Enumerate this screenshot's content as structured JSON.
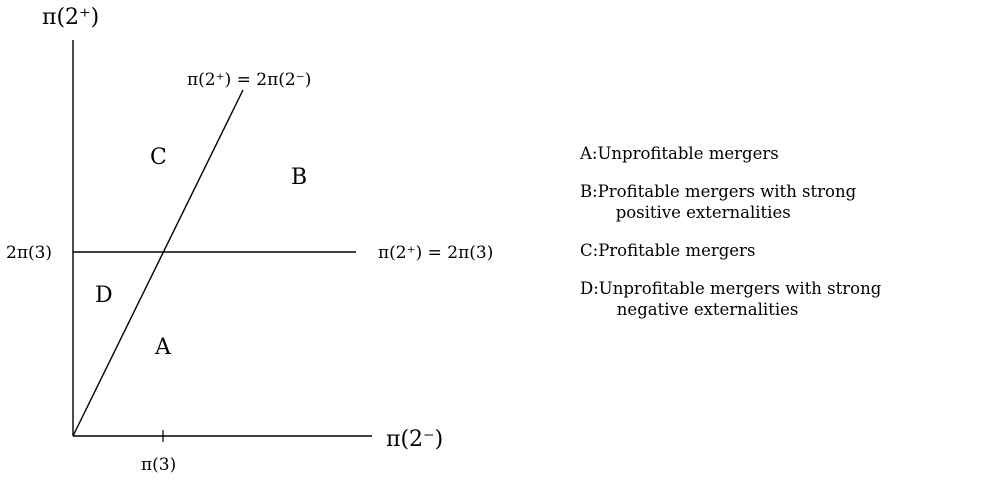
{
  "axes": {
    "y_title": "π(2⁺)",
    "x_title": "π(2⁻)",
    "x_tick_label": "π(3)",
    "y_tick_label": "2π(3)"
  },
  "boundaries": {
    "diagonal_label": "π(2⁺) = 2π(2⁻)",
    "horizontal_label": "π(2⁺) = 2π(3)"
  },
  "regions": {
    "a": "A",
    "b": "B",
    "c": "C",
    "d": "D"
  },
  "legend": [
    {
      "key": "A:",
      "lines": [
        "Unprofitable mergers"
      ]
    },
    {
      "key": "B:",
      "lines": [
        "Profitable mergers with strong",
        "positive externalities"
      ]
    },
    {
      "key": "C:",
      "lines": [
        "Profitable mergers"
      ]
    },
    {
      "key": "D:",
      "lines": [
        "Unprofitable mergers with strong",
        "negative externalities"
      ]
    }
  ]
}
